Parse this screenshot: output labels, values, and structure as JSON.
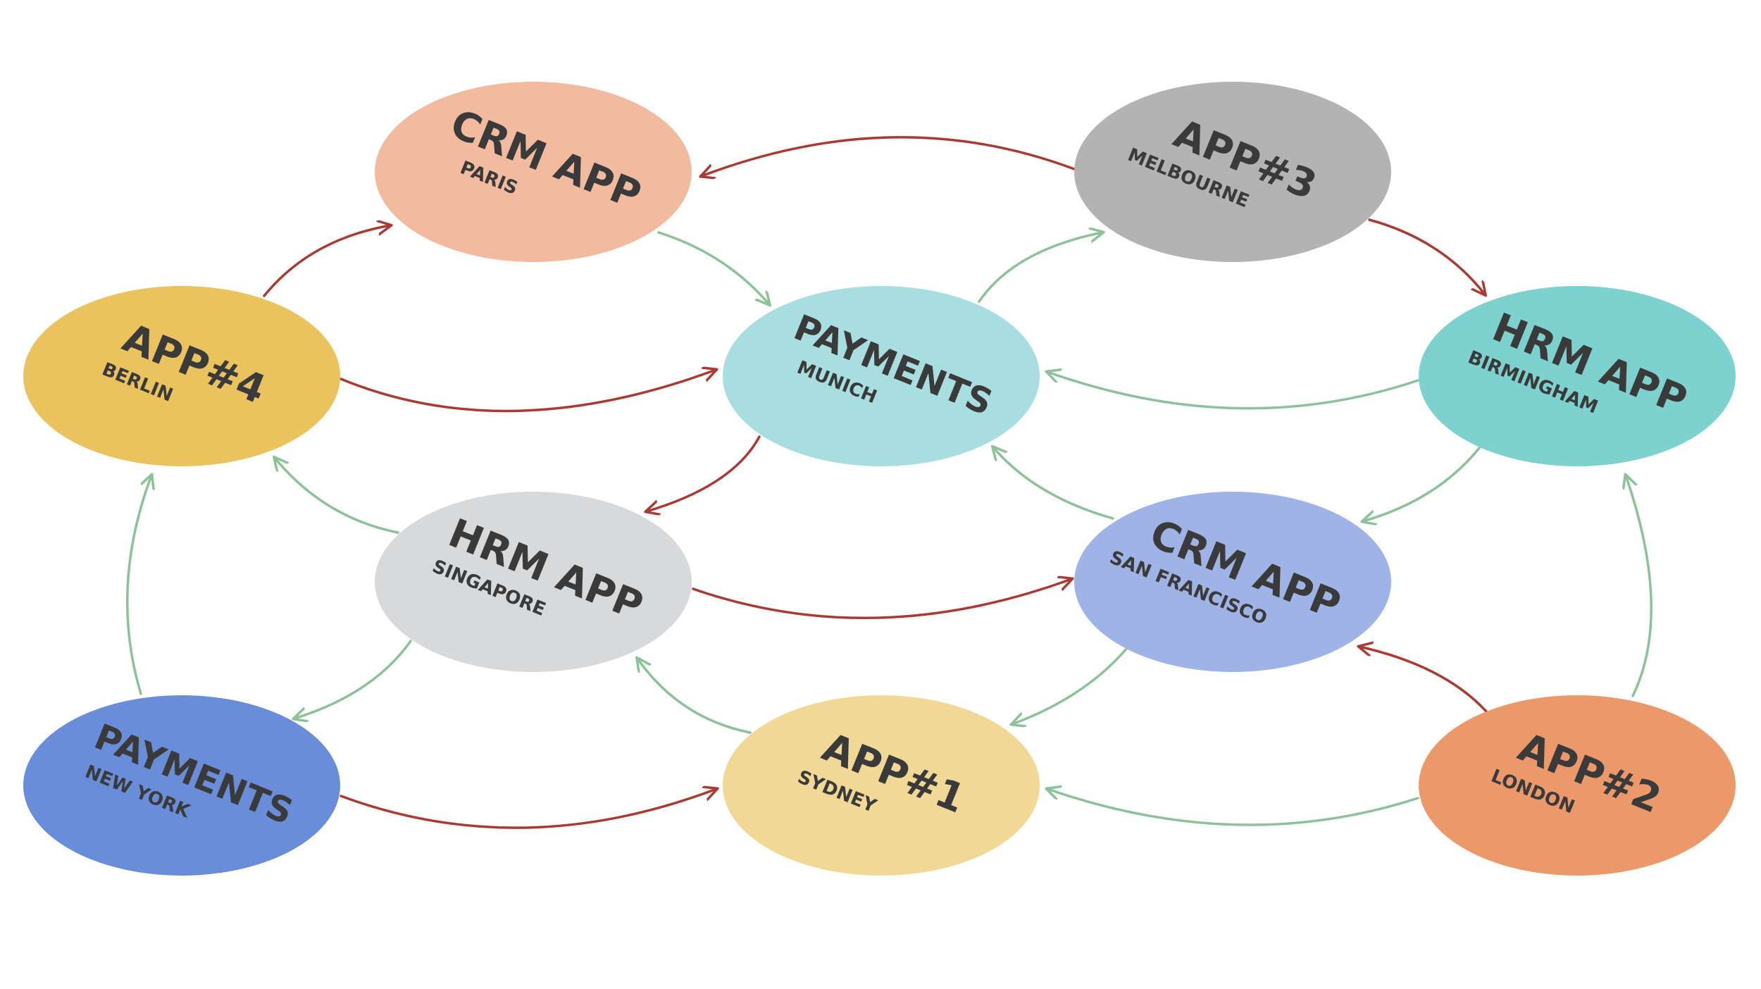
{
  "colors": {
    "arrow_red": "#A93A34",
    "arrow_green": "#8DC19A",
    "text": "#3a3a3a",
    "background": "#ffffff"
  },
  "nodes": [
    {
      "id": "crm-paris",
      "title": "CRM APP",
      "subtitle": "PARIS",
      "color": "#F2BBA0"
    },
    {
      "id": "app3-melbourne",
      "title": "APP#3",
      "subtitle": "MELBOURNE",
      "color": "#B3B3B3"
    },
    {
      "id": "app4-berlin",
      "title": "APP#4",
      "subtitle": "BERLIN",
      "color": "#EAC25E"
    },
    {
      "id": "payments-munich",
      "title": "PAYMENTS",
      "subtitle": "MUNICH",
      "color": "#A8DEE0"
    },
    {
      "id": "hrm-birmingham",
      "title": "HRM APP",
      "subtitle": "BIRMINGHAM",
      "color": "#7DD1CE"
    },
    {
      "id": "hrm-singapore",
      "title": "HRM APP",
      "subtitle": "SINGAPORE",
      "color": "#D8D9DA"
    },
    {
      "id": "crm-sanfrancisco",
      "title": "CRM APP",
      "subtitle": "SAN FRANCISCO",
      "color": "#9FB3E6"
    },
    {
      "id": "payments-newyork",
      "title": "PAYMENTS",
      "subtitle": "NEW YORK",
      "color": "#6A8DDA"
    },
    {
      "id": "app1-sydney",
      "title": "APP#1",
      "subtitle": "SYDNEY",
      "color": "#F1D896"
    },
    {
      "id": "app2-london",
      "title": "APP#2",
      "subtitle": "LONDON",
      "color": "#EB996B"
    }
  ],
  "edges": [
    {
      "from": "app3-melbourne",
      "to": "crm-paris",
      "kind": "red"
    },
    {
      "from": "app4-berlin",
      "to": "crm-paris",
      "kind": "red"
    },
    {
      "from": "crm-paris",
      "to": "payments-munich",
      "kind": "green"
    },
    {
      "from": "payments-munich",
      "to": "app3-melbourne",
      "kind": "green"
    },
    {
      "from": "app3-melbourne",
      "to": "hrm-birmingham",
      "kind": "red"
    },
    {
      "from": "app4-berlin",
      "to": "payments-munich",
      "kind": "red"
    },
    {
      "from": "hrm-birmingham",
      "to": "payments-munich",
      "kind": "green"
    },
    {
      "from": "payments-munich",
      "to": "hrm-singapore",
      "kind": "red"
    },
    {
      "from": "hrm-singapore",
      "to": "app4-berlin",
      "kind": "green"
    },
    {
      "from": "crm-sanfrancisco",
      "to": "payments-munich",
      "kind": "green"
    },
    {
      "from": "hrm-birmingham",
      "to": "crm-sanfrancisco",
      "kind": "green"
    },
    {
      "from": "hrm-singapore",
      "to": "crm-sanfrancisco",
      "kind": "red"
    },
    {
      "from": "payments-newyork",
      "to": "app4-berlin",
      "kind": "green"
    },
    {
      "from": "hrm-singapore",
      "to": "payments-newyork",
      "kind": "green"
    },
    {
      "from": "app1-sydney",
      "to": "hrm-singapore",
      "kind": "green"
    },
    {
      "from": "crm-sanfrancisco",
      "to": "app1-sydney",
      "kind": "green"
    },
    {
      "from": "app2-london",
      "to": "crm-sanfrancisco",
      "kind": "red"
    },
    {
      "from": "app2-london",
      "to": "hrm-birmingham",
      "kind": "green"
    },
    {
      "from": "payments-newyork",
      "to": "app1-sydney",
      "kind": "red"
    },
    {
      "from": "app2-london",
      "to": "app1-sydney",
      "kind": "green"
    }
  ]
}
